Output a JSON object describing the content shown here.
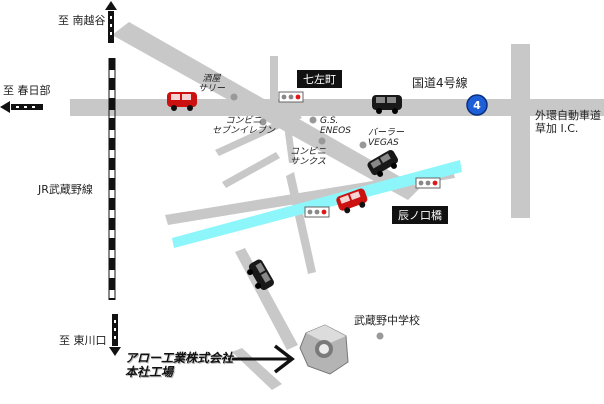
{
  "labels": {
    "north": "至 南越谷",
    "west": "至 春日部",
    "south": "至 東川口",
    "rail": "JR武蔵野線",
    "liquor": [
      "酒屋",
      "サリー"
    ],
    "conv1": [
      "コンビニ",
      "セブンイレブン"
    ],
    "gs": [
      "G.S.",
      "ENEOS"
    ],
    "barber": [
      "バーラー",
      "VEGAS"
    ],
    "conv2": [
      "コンビニ",
      "サンクス"
    ],
    "school": "武蔵野中学校",
    "route4": "国道4号線",
    "route4_no": "4",
    "expressway": [
      "外環自動車道",
      "草加 I.C."
    ],
    "shichizacho": "七左町",
    "tatsunokuchi": "辰ノ口橋",
    "company": [
      "アロー工業株式会社",
      "本社工場"
    ]
  },
  "colors": {
    "road": "#c8c8c8",
    "river": "#8cf6fa",
    "route_badge": "#1e5fd8",
    "car_red": "#cc1111",
    "car_black": "#181818",
    "signal_red": "#e01818"
  },
  "icons": {
    "north_arrow": "arrow-up-icon",
    "west_arrow": "arrow-left-icon",
    "south_arrow": "arrow-down-icon",
    "factory": "hex-nut-icon"
  }
}
